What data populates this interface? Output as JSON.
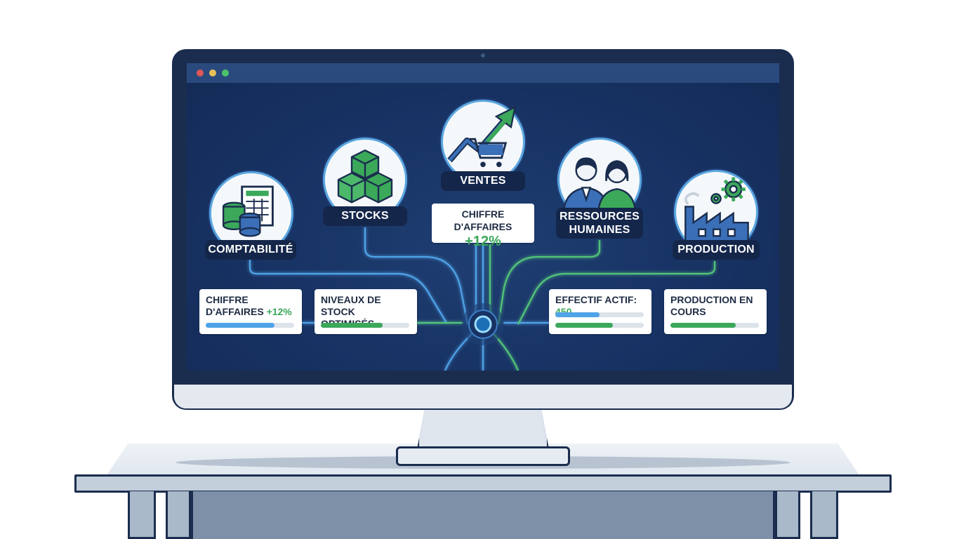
{
  "window_controls": {
    "colors": [
      "#e05757",
      "#e8c05a",
      "#4cc26a"
    ]
  },
  "modules": {
    "comptabilite": {
      "label": "COMPTABILITÉ",
      "icon": "ledger-coins-icon"
    },
    "stocks": {
      "label": "STOCKS",
      "icon": "boxes-icon"
    },
    "ventes": {
      "label": "VENTES",
      "icon": "cart-growth-icon"
    },
    "rh": {
      "label_line1": "RESSOURCES",
      "label_line2": "HUMAINES",
      "icon": "people-icon"
    },
    "production": {
      "label": "PRODUCTION",
      "icon": "factory-gear-icon"
    }
  },
  "cards": {
    "ventes_kpi": {
      "line1": "CHIFFRE D'AFFAIRES",
      "value": "+12%"
    },
    "compta_kpi": {
      "line1": "CHIFFRE",
      "line2": "D'AFFAIRES",
      "value": "+12%",
      "progress": 0.78
    },
    "stock_kpi": {
      "line1": "NIVEAUX DE STOCK",
      "line2": "OPTIMISÉS",
      "progress": 0.7
    },
    "rh_kpi": {
      "label": "EFFECTIF ACTIF:",
      "value": "450",
      "progress_blue": 0.5,
      "progress_green": 0.65
    },
    "prod_kpi": {
      "line1": "PRODUCTION EN",
      "line2": "COURS",
      "progress": 0.74
    }
  },
  "colors": {
    "screen_bg": "#173263",
    "accent_blue": "#5ba7e0",
    "accent_green": "#3ba85a",
    "bezel": "#1a2d4e"
  }
}
